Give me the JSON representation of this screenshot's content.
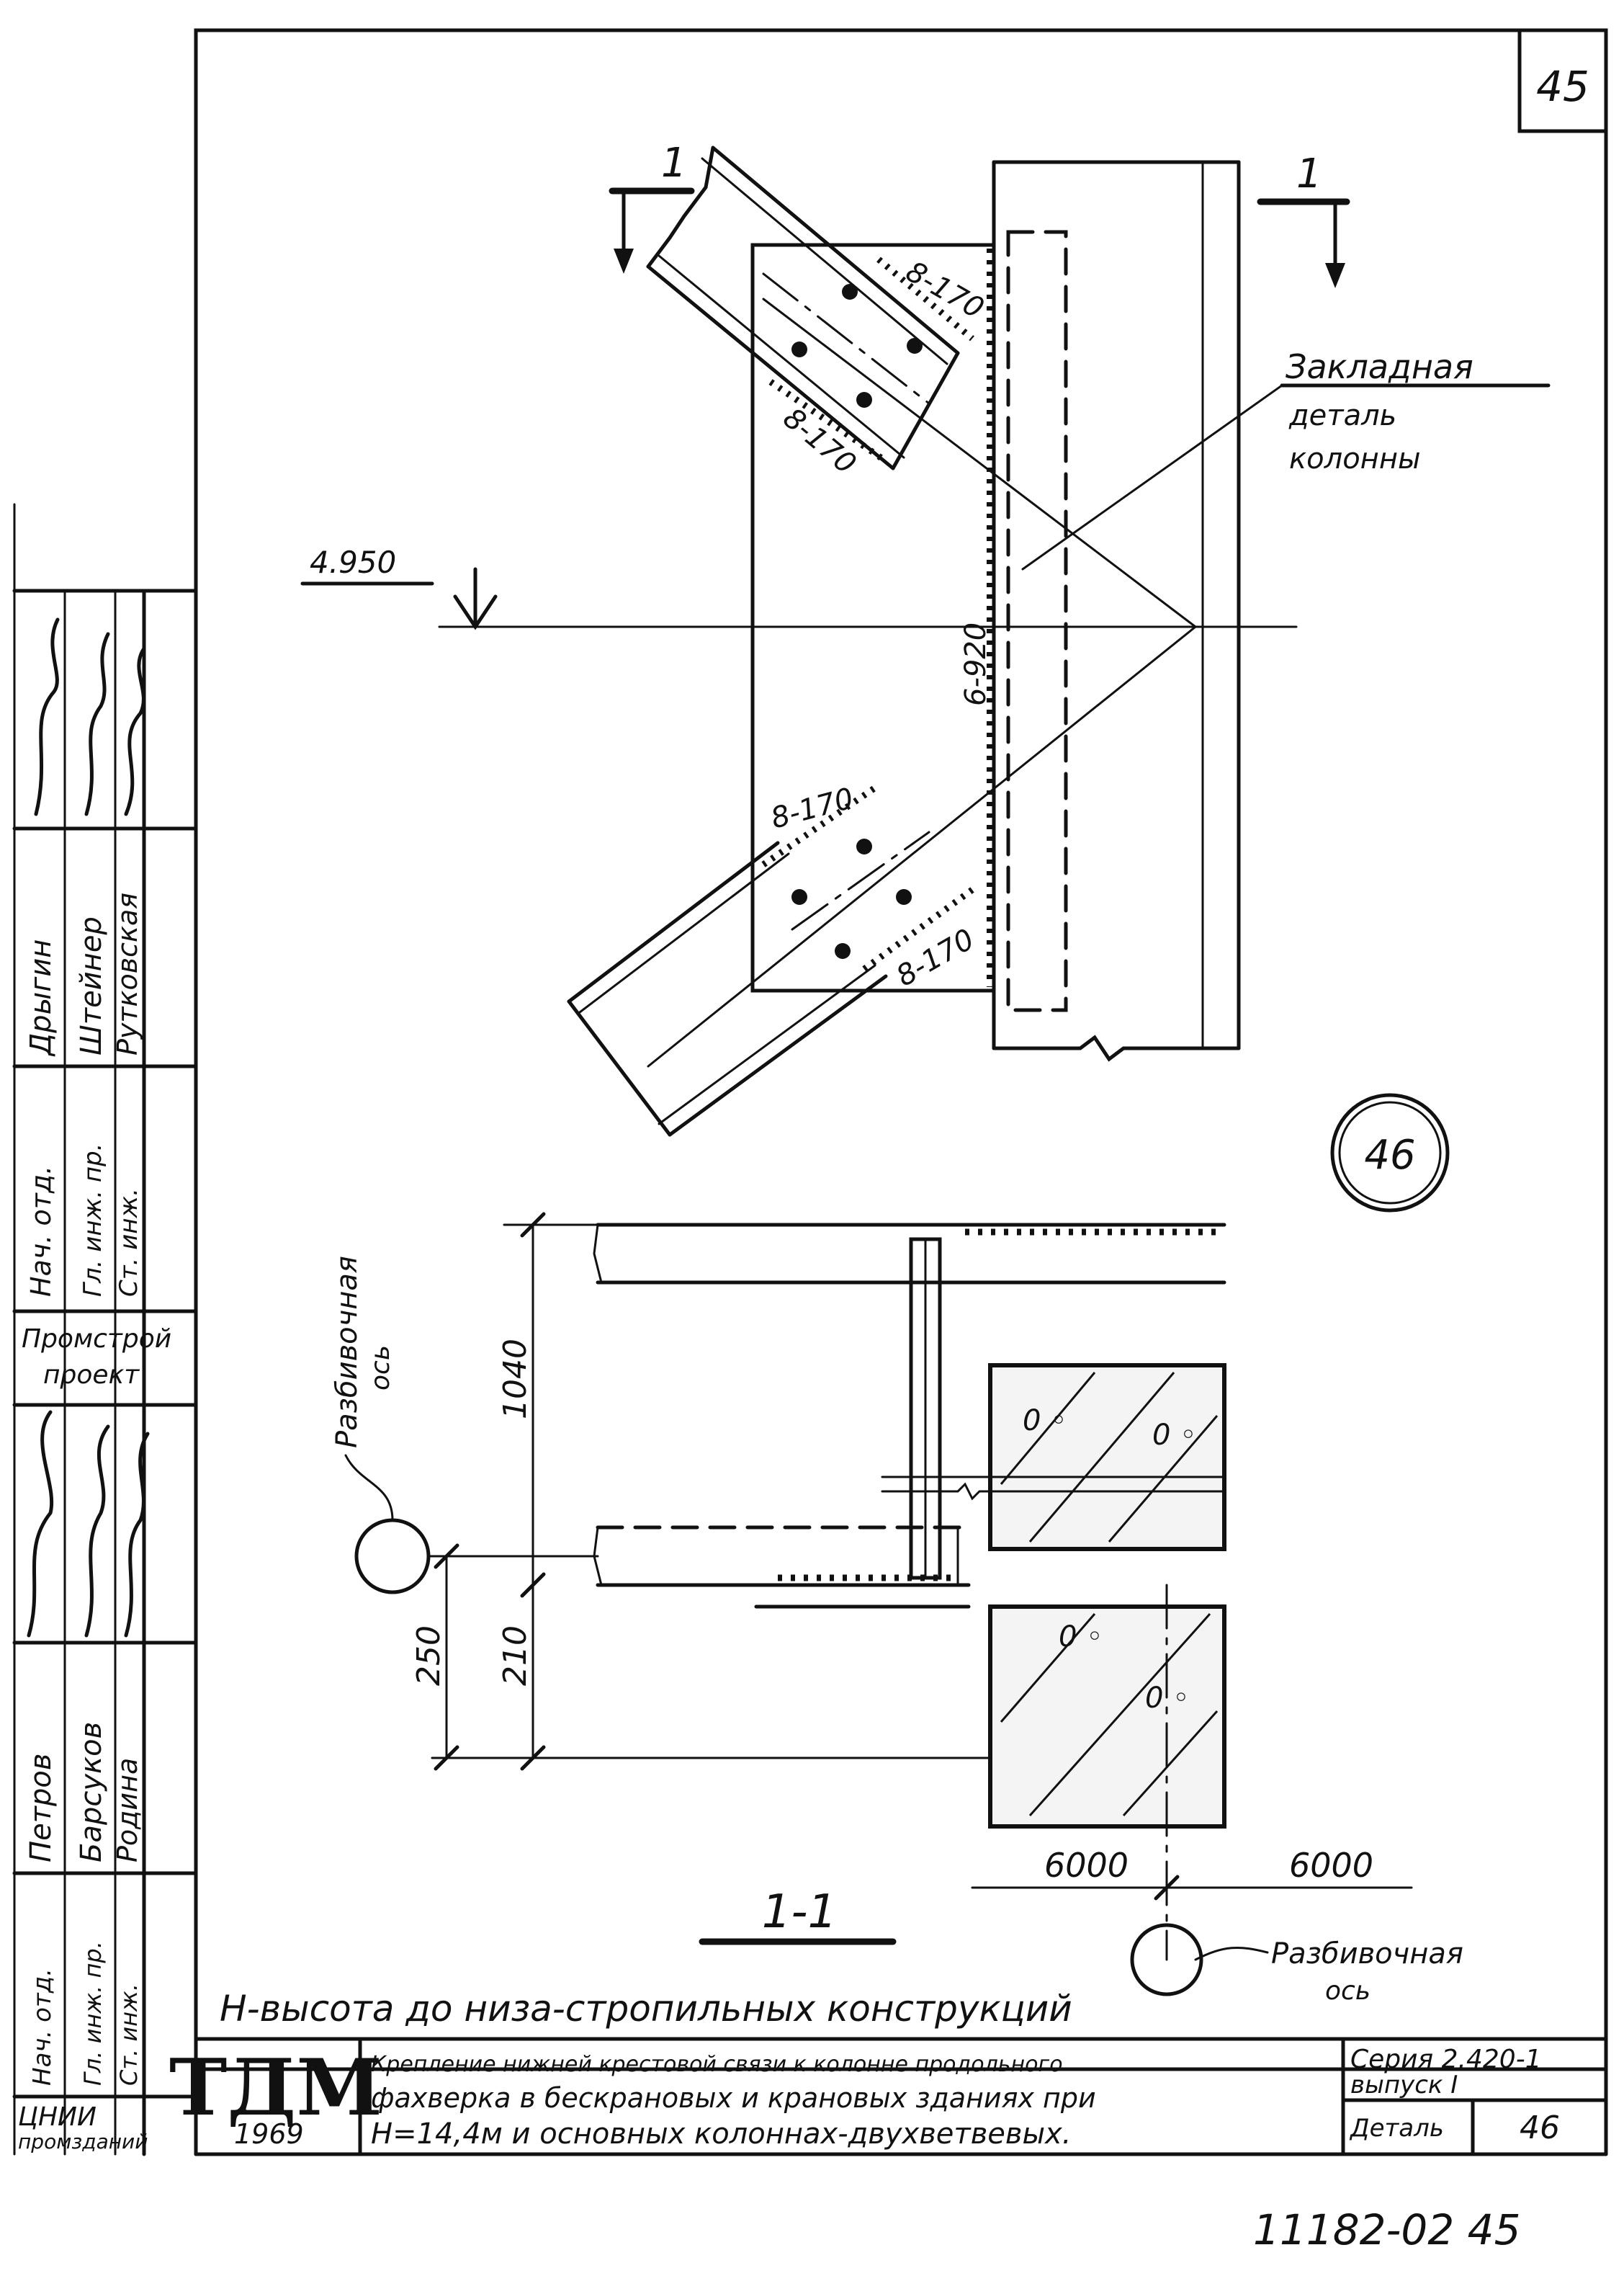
{
  "sheet": {
    "page_number": "45",
    "bottom_number": "11182-02  45"
  },
  "plan": {
    "section_mark": "1",
    "elevation": "4.950",
    "weld_upper_1": "8-170",
    "weld_upper_2": "8-170",
    "weld_center": "6-920",
    "weld_lower_1": "8-170",
    "weld_lower_2": "8-170",
    "embedded_label_line1": "Закладная",
    "embedded_label_line2": "деталь",
    "embedded_label_line3": "колонны"
  },
  "detail_marker": "46",
  "section": {
    "dim_1040": "1040",
    "dim_250": "250",
    "dim_210": "210",
    "dim_6000_left": "6000",
    "dim_6000_right": "6000",
    "axis_label_left_1": "Разбивочная",
    "axis_label_left_2": "ось",
    "axis_label_right_1": "Разбивочная",
    "axis_label_right_2": "ось",
    "section_title": "1-1"
  },
  "note": "H-высота до низа-стропильных конструкций",
  "title_block": {
    "logo": "ТДМ",
    "year": "1969",
    "description_line1": "Крепление нижней крестовой связи к колонне продольного",
    "description_line2": "фахверка в бескрановых и крановых зданиях при",
    "description_line3": "H=14,4м и основных колоннах-двухветвевых.",
    "series_line1": "Серия 2.420-1",
    "series_line2": "выпуск I",
    "detail_label": "Деталь",
    "detail_number": "46"
  },
  "stamp": {
    "upper_roles": [
      "Нач. отд.",
      "Гл. инж. пр.",
      "Ст. инж."
    ],
    "upper_names": [
      "Дрыгин",
      "Штейнер",
      "Рутковская"
    ],
    "upper_org_line1": "Промстрой",
    "upper_org_line2": "проект",
    "lower_roles": [
      "Нач. отд.",
      "Гл. инж. пр.",
      "Ст. инж."
    ],
    "lower_names": [
      "Петров",
      "Барсуков",
      "Родина"
    ],
    "lower_org_line1": "ЦНИИ",
    "lower_org_line2": "промзданий"
  }
}
